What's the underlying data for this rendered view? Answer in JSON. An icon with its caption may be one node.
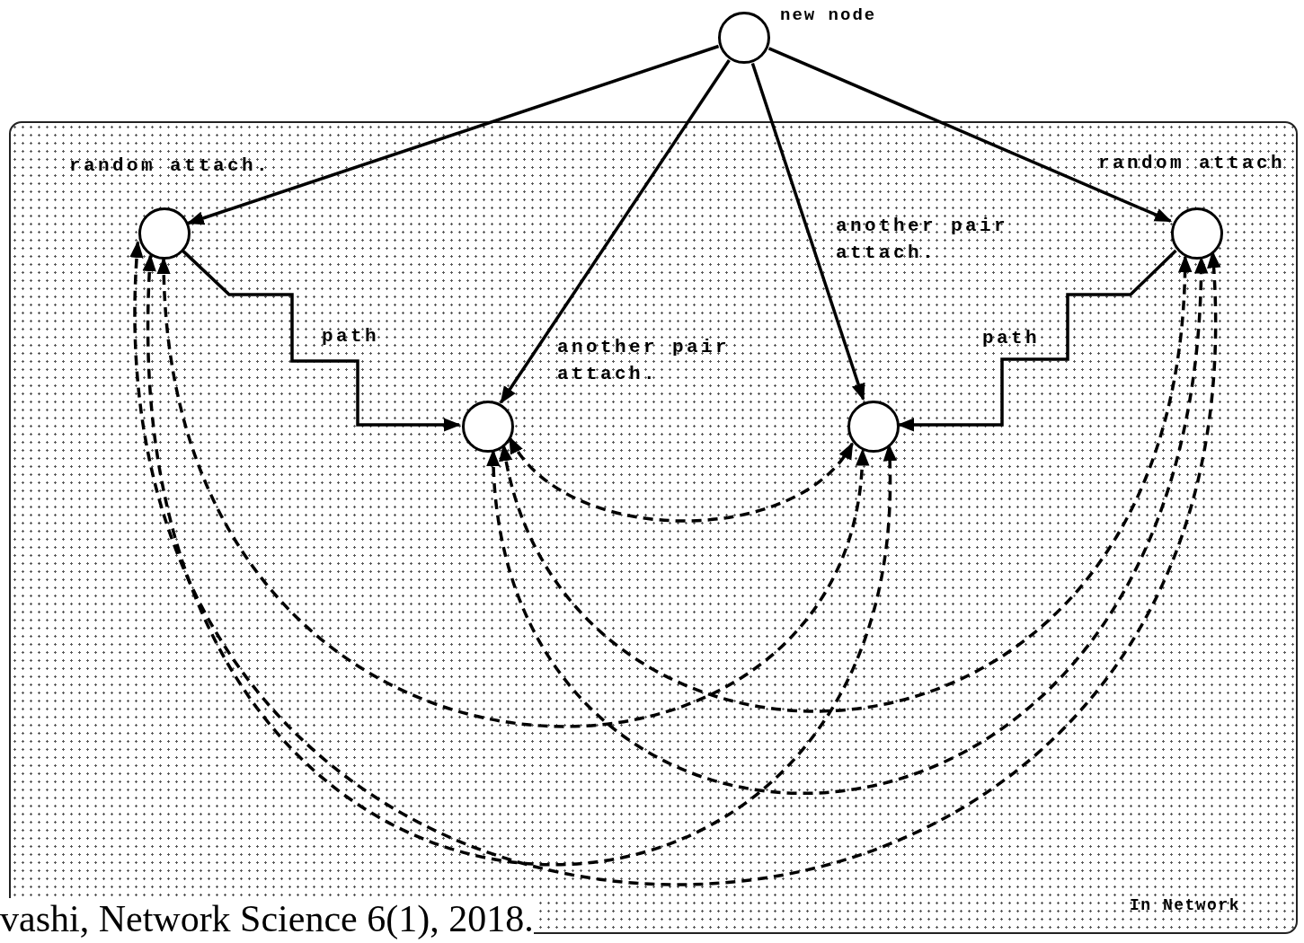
{
  "diagram": {
    "nodes": [
      {
        "text": [],
        "shape": "circle",
        "beside": [
          "new node"
        ]
      },
      {
        "text": [
          "In Network"
        ]
      },
      {
        "text": [],
        "shape": "circle",
        "in": 1
      },
      {
        "text": [],
        "shape": "circle",
        "in": 1
      },
      {
        "text": [],
        "shape": "circle",
        "in": 1
      },
      {
        "text": [],
        "shape": "circle",
        "in": 1
      }
    ],
    "edges": [
      {
        "from": 0,
        "to": 2,
        "arrow": "to",
        "label": "random attach."
      },
      {
        "from": 0,
        "to": 3,
        "arrow": "to",
        "label": "another pair attach."
      },
      {
        "from": 0,
        "to": 4,
        "arrow": "to",
        "label": "another pair attach."
      },
      {
        "from": 0,
        "to": 5,
        "arrow": "to",
        "label": "random attach"
      },
      {
        "from": 2,
        "to": 3,
        "arrow": "to",
        "label": "path"
      },
      {
        "from": 5,
        "to": 4,
        "arrow": "to",
        "label": "path"
      },
      {
        "from": 3,
        "to": 4,
        "arrow": "both",
        "style": "dashed"
      },
      {
        "from": 2,
        "to": 4,
        "arrow": "both",
        "style": "dashed"
      },
      {
        "from": 2,
        "to": 4,
        "arrow": "both",
        "style": "dashed"
      },
      {
        "from": 3,
        "to": 5,
        "arrow": "both",
        "style": "dashed"
      },
      {
        "from": 3,
        "to": 5,
        "arrow": "both",
        "style": "dashed"
      },
      {
        "from": 2,
        "to": 5,
        "arrow": "both",
        "style": "dashed"
      }
    ],
    "labels": [
      "vashi, Network Science 6(1), 2018."
    ]
  }
}
